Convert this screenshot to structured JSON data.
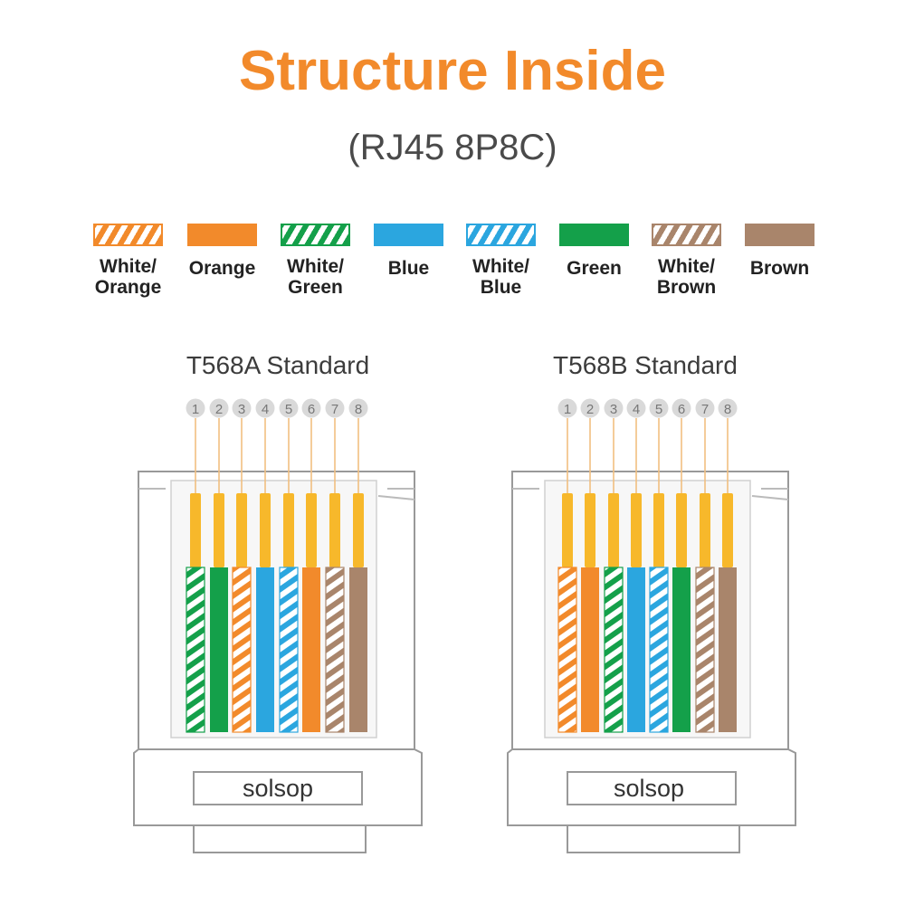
{
  "header": {
    "title": "Structure Inside",
    "subtitle": "(RJ45 8P8C)"
  },
  "colors": {
    "title": "#f28a2b",
    "orange": "#f28a2b",
    "green": "#14a04a",
    "blue": "#2ba6df",
    "brown": "#a9856b",
    "contact": "#f7b82b",
    "pin_badge": "#d9d9d9"
  },
  "legend": [
    {
      "id": "white-orange",
      "lines": [
        "White/",
        "Orange"
      ],
      "color": "orange",
      "striped": true
    },
    {
      "id": "orange",
      "lines": [
        "Orange"
      ],
      "color": "orange",
      "striped": false
    },
    {
      "id": "white-green",
      "lines": [
        "White/",
        "Green"
      ],
      "color": "green",
      "striped": true
    },
    {
      "id": "blue",
      "lines": [
        "Blue"
      ],
      "color": "blue",
      "striped": false
    },
    {
      "id": "white-blue",
      "lines": [
        "White/",
        "Blue"
      ],
      "color": "blue",
      "striped": true
    },
    {
      "id": "green",
      "lines": [
        "Green"
      ],
      "color": "green",
      "striped": false
    },
    {
      "id": "white-brown",
      "lines": [
        "White/",
        "Brown"
      ],
      "color": "brown",
      "striped": true
    },
    {
      "id": "brown",
      "lines": [
        "Brown"
      ],
      "color": "brown",
      "striped": false
    }
  ],
  "standards": [
    {
      "id": "t568a",
      "title": "T568A Standard",
      "pins": [
        "1",
        "2",
        "3",
        "4",
        "5",
        "6",
        "7",
        "8"
      ],
      "wires": [
        "white-green",
        "green",
        "white-orange",
        "blue",
        "white-blue",
        "orange",
        "white-brown",
        "brown"
      ],
      "brand": "solsop"
    },
    {
      "id": "t568b",
      "title": "T568B Standard",
      "pins": [
        "1",
        "2",
        "3",
        "4",
        "5",
        "6",
        "7",
        "8"
      ],
      "wires": [
        "white-orange",
        "orange",
        "white-green",
        "blue",
        "white-blue",
        "green",
        "white-brown",
        "brown"
      ],
      "brand": "solsop"
    }
  ]
}
